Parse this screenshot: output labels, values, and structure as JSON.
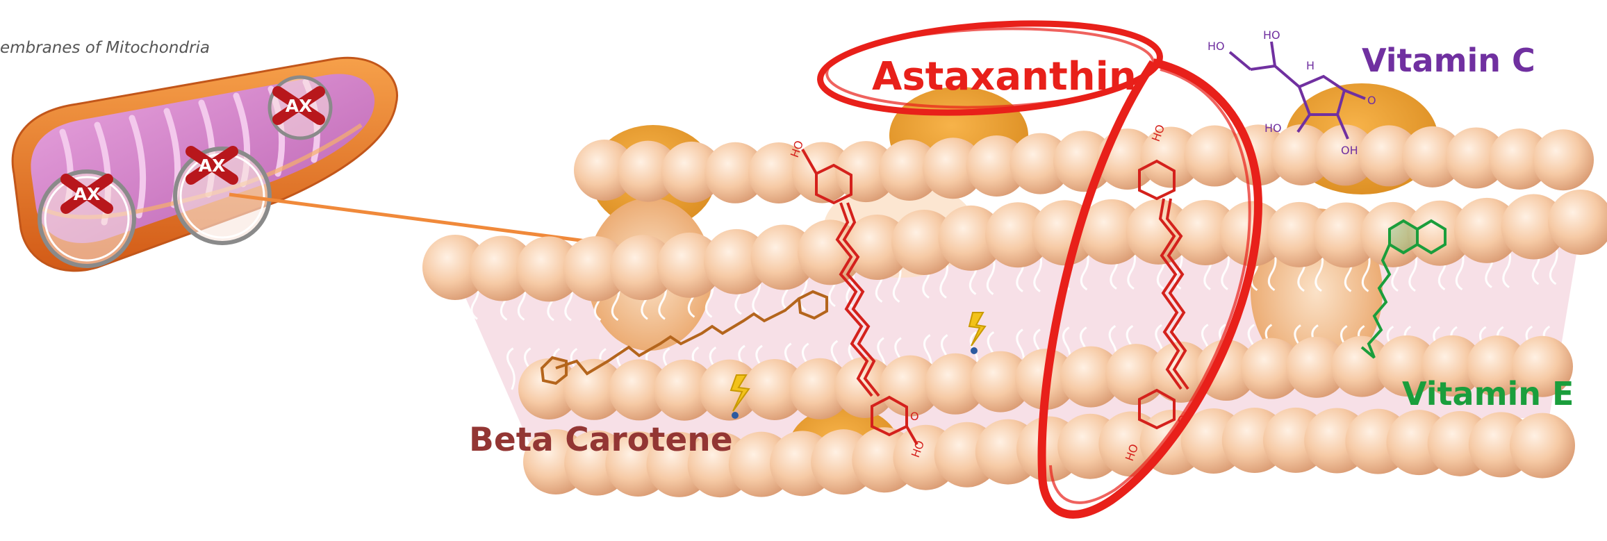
{
  "caption": "embranes of Mitochondria",
  "labels": {
    "astaxanthin": "Astaxanthin",
    "vitamin_c": "Vitamin C",
    "vitamin_e": "Vitamin E",
    "beta_carotene": "Beta Carotene"
  },
  "ax_badges": [
    "AX",
    "AX",
    "AX"
  ],
  "chem": {
    "ho": "HO",
    "oh": "OH",
    "o": "O",
    "h": "H"
  },
  "colors": {
    "astaxanthin": "#e8201a",
    "vitamin_c": "#7030a0",
    "vitamin_e": "#1a9e3c",
    "beta_carotene": "#933634",
    "arrow": "#f0893a",
    "lipid_head": "#f5c9a4",
    "membrane_core": "#f6dde4",
    "mito_outer": "#e8782a",
    "mito_inner": "#d277c2"
  }
}
